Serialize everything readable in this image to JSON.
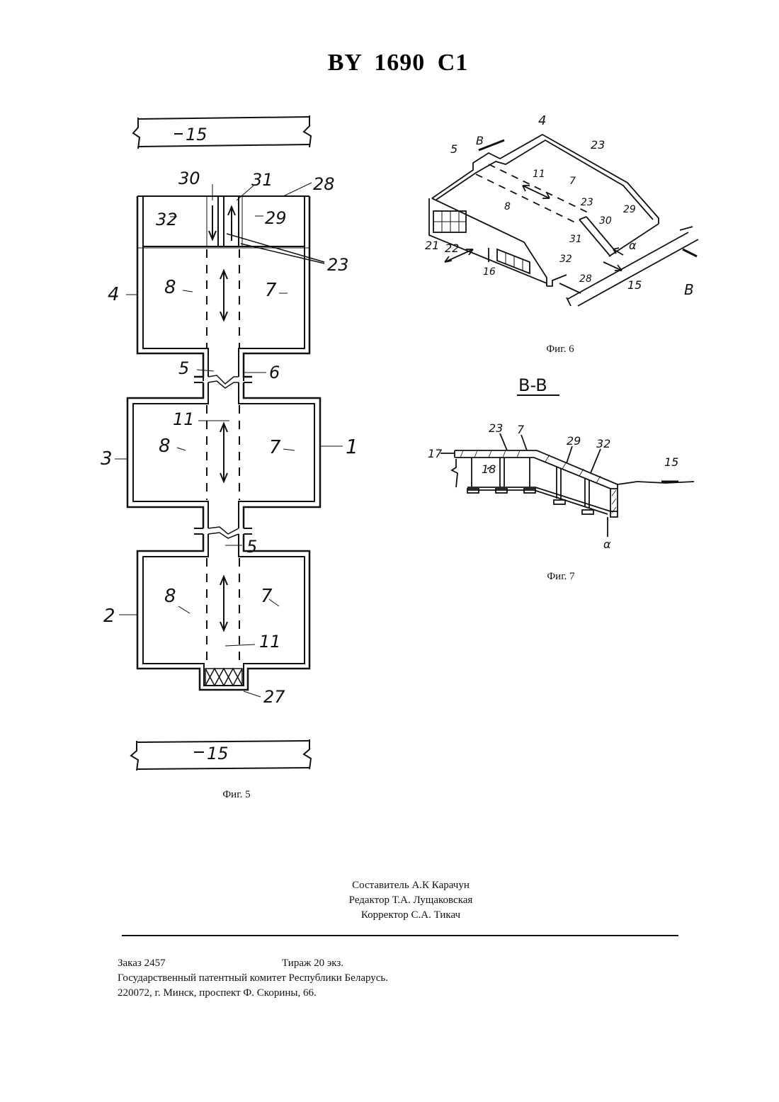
{
  "header": {
    "title": "BY 1690 C1"
  },
  "figures": {
    "fig5": {
      "caption": "Фиг. 5",
      "labels": {
        "road_top": "15",
        "road_bottom": "15",
        "l30": "30",
        "l31": "31",
        "l28": "28",
        "l32": "32",
        "l29": "29",
        "l23": "23",
        "l4": "4",
        "l8a": "8",
        "l7a": "7",
        "l5a": "5",
        "l6": "6",
        "l11a": "11",
        "l3": "3",
        "l8b": "8",
        "l7b": "7",
        "l1": "1",
        "l5b": "5",
        "l2": "2",
        "l8c": "8",
        "l7c": "7",
        "l11b": "11",
        "l27": "27"
      }
    },
    "fig6": {
      "caption": "Фиг. 6",
      "labels": {
        "l4": "4",
        "l23a": "23",
        "lB1": "B",
        "l5": "5",
        "l11": "11",
        "l7": "7",
        "l23b": "23",
        "l8": "8",
        "l29": "29",
        "l30": "30",
        "l31": "31",
        "la": "α",
        "l21": "21",
        "l22": "22",
        "l32": "32",
        "l16": "16",
        "l28": "28",
        "l15": "15",
        "lB2": "B"
      }
    },
    "fig7": {
      "caption": "Фиг. 7",
      "section_title": "B-B",
      "labels": {
        "l23": "23",
        "l7": "7",
        "l29": "29",
        "l32": "32",
        "l17": "17",
        "l18": "18",
        "l15": "15",
        "la": "α"
      }
    }
  },
  "colophon": {
    "compiler": "Составитель А.К Карачун",
    "editor": "Редактор Т.А. Лущаковская",
    "corrector": "Корректор С.А. Тикач"
  },
  "imprint": {
    "order": "Заказ  2457",
    "circulation": "Тираж  20 экз.",
    "publisher": "Государственный патентный комитет Республики Беларусь.",
    "address": "220072, г. Минск, проспект Ф. Скорины, 66."
  }
}
